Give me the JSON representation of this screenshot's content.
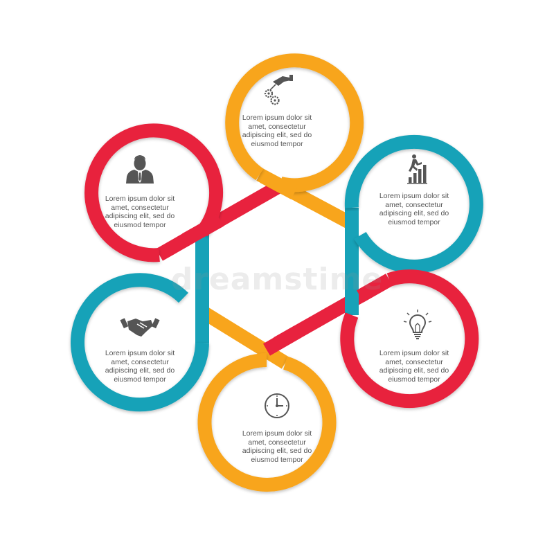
{
  "colors": {
    "orange": "#F8A51C",
    "teal": "#17A2B8",
    "red": "#E8223E",
    "icon": "#555555",
    "text": "#555555"
  },
  "watermark": "dreamstime",
  "nodes": [
    {
      "id": "top",
      "color": "orange",
      "icon": "hand-gears-icon",
      "lines": [
        "Lorem ipsum dolor sit",
        "amet, consectetur",
        "adipiscing elit, sed do",
        "eiusmod tempor"
      ]
    },
    {
      "id": "upper-right",
      "color": "teal",
      "icon": "growth-chart-runner-icon",
      "lines": [
        "Lorem ipsum dolor sit",
        "amet, consectetur",
        "adipiscing elit, sed do",
        "eiusmod tempor"
      ]
    },
    {
      "id": "lower-right",
      "color": "red",
      "icon": "lightbulb-icon",
      "lines": [
        "Lorem ipsum dolor sit",
        "amet, consectetur",
        "adipiscing elit, sed do",
        "eiusmod tempor"
      ]
    },
    {
      "id": "bottom",
      "color": "orange",
      "icon": "clock-icon",
      "lines": [
        "Lorem ipsum dolor sit",
        "amet, consectetur",
        "adipiscing elit, sed do",
        "eiusmod tempor"
      ]
    },
    {
      "id": "lower-left",
      "color": "teal",
      "icon": "handshake-icon",
      "lines": [
        "Lorem ipsum dolor sit",
        "amet, consectetur",
        "adipiscing elit, sed do",
        "eiusmod tempor"
      ]
    },
    {
      "id": "upper-left",
      "color": "red",
      "icon": "businessman-icon",
      "lines": [
        "Lorem ipsum dolor sit",
        "amet, consectetur",
        "adipiscing elit, sed do",
        "eiusmod tempor"
      ]
    }
  ]
}
